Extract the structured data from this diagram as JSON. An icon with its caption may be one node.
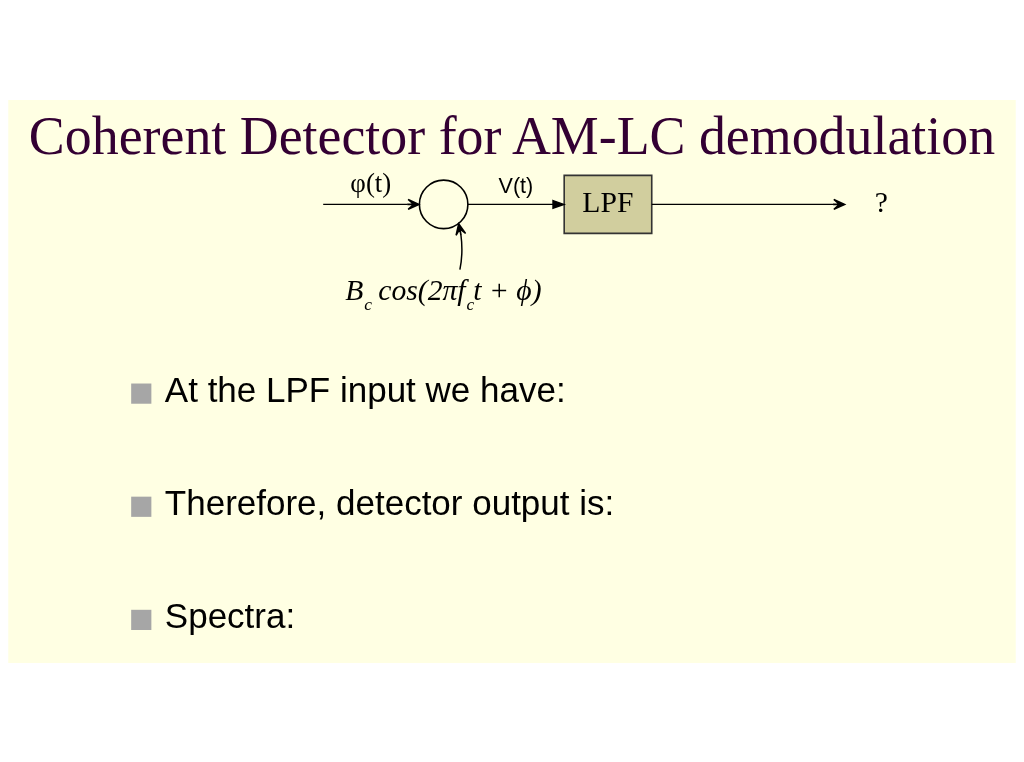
{
  "diagram": {
    "title": "Coherent Detector for AM-LC demodulation",
    "nodes": [
      {
        "text": [],
        "shape": "circle"
      },
      {
        "text": [
          "LPF"
        ]
      },
      {
        "text": [
          "B$_{c}$ cos(2πf$_{c}$t + ϕ)"
        ]
      },
      {
        "text": [
          "?"
        ]
      }
    ],
    "edges": [
      {
        "from": null,
        "to": 0,
        "arrow": "to",
        "label": "φ(t)"
      },
      {
        "from": 0,
        "to": 1,
        "arrow": "to",
        "label": "V(t)"
      },
      {
        "from": 1,
        "to": 3,
        "arrow": "to"
      },
      {
        "from": 2,
        "to": 0,
        "arrow": "to"
      }
    ],
    "labels": [
      "At the LPF input we have:",
      "Therefore, detector output is:",
      "Spectra:"
    ]
  }
}
